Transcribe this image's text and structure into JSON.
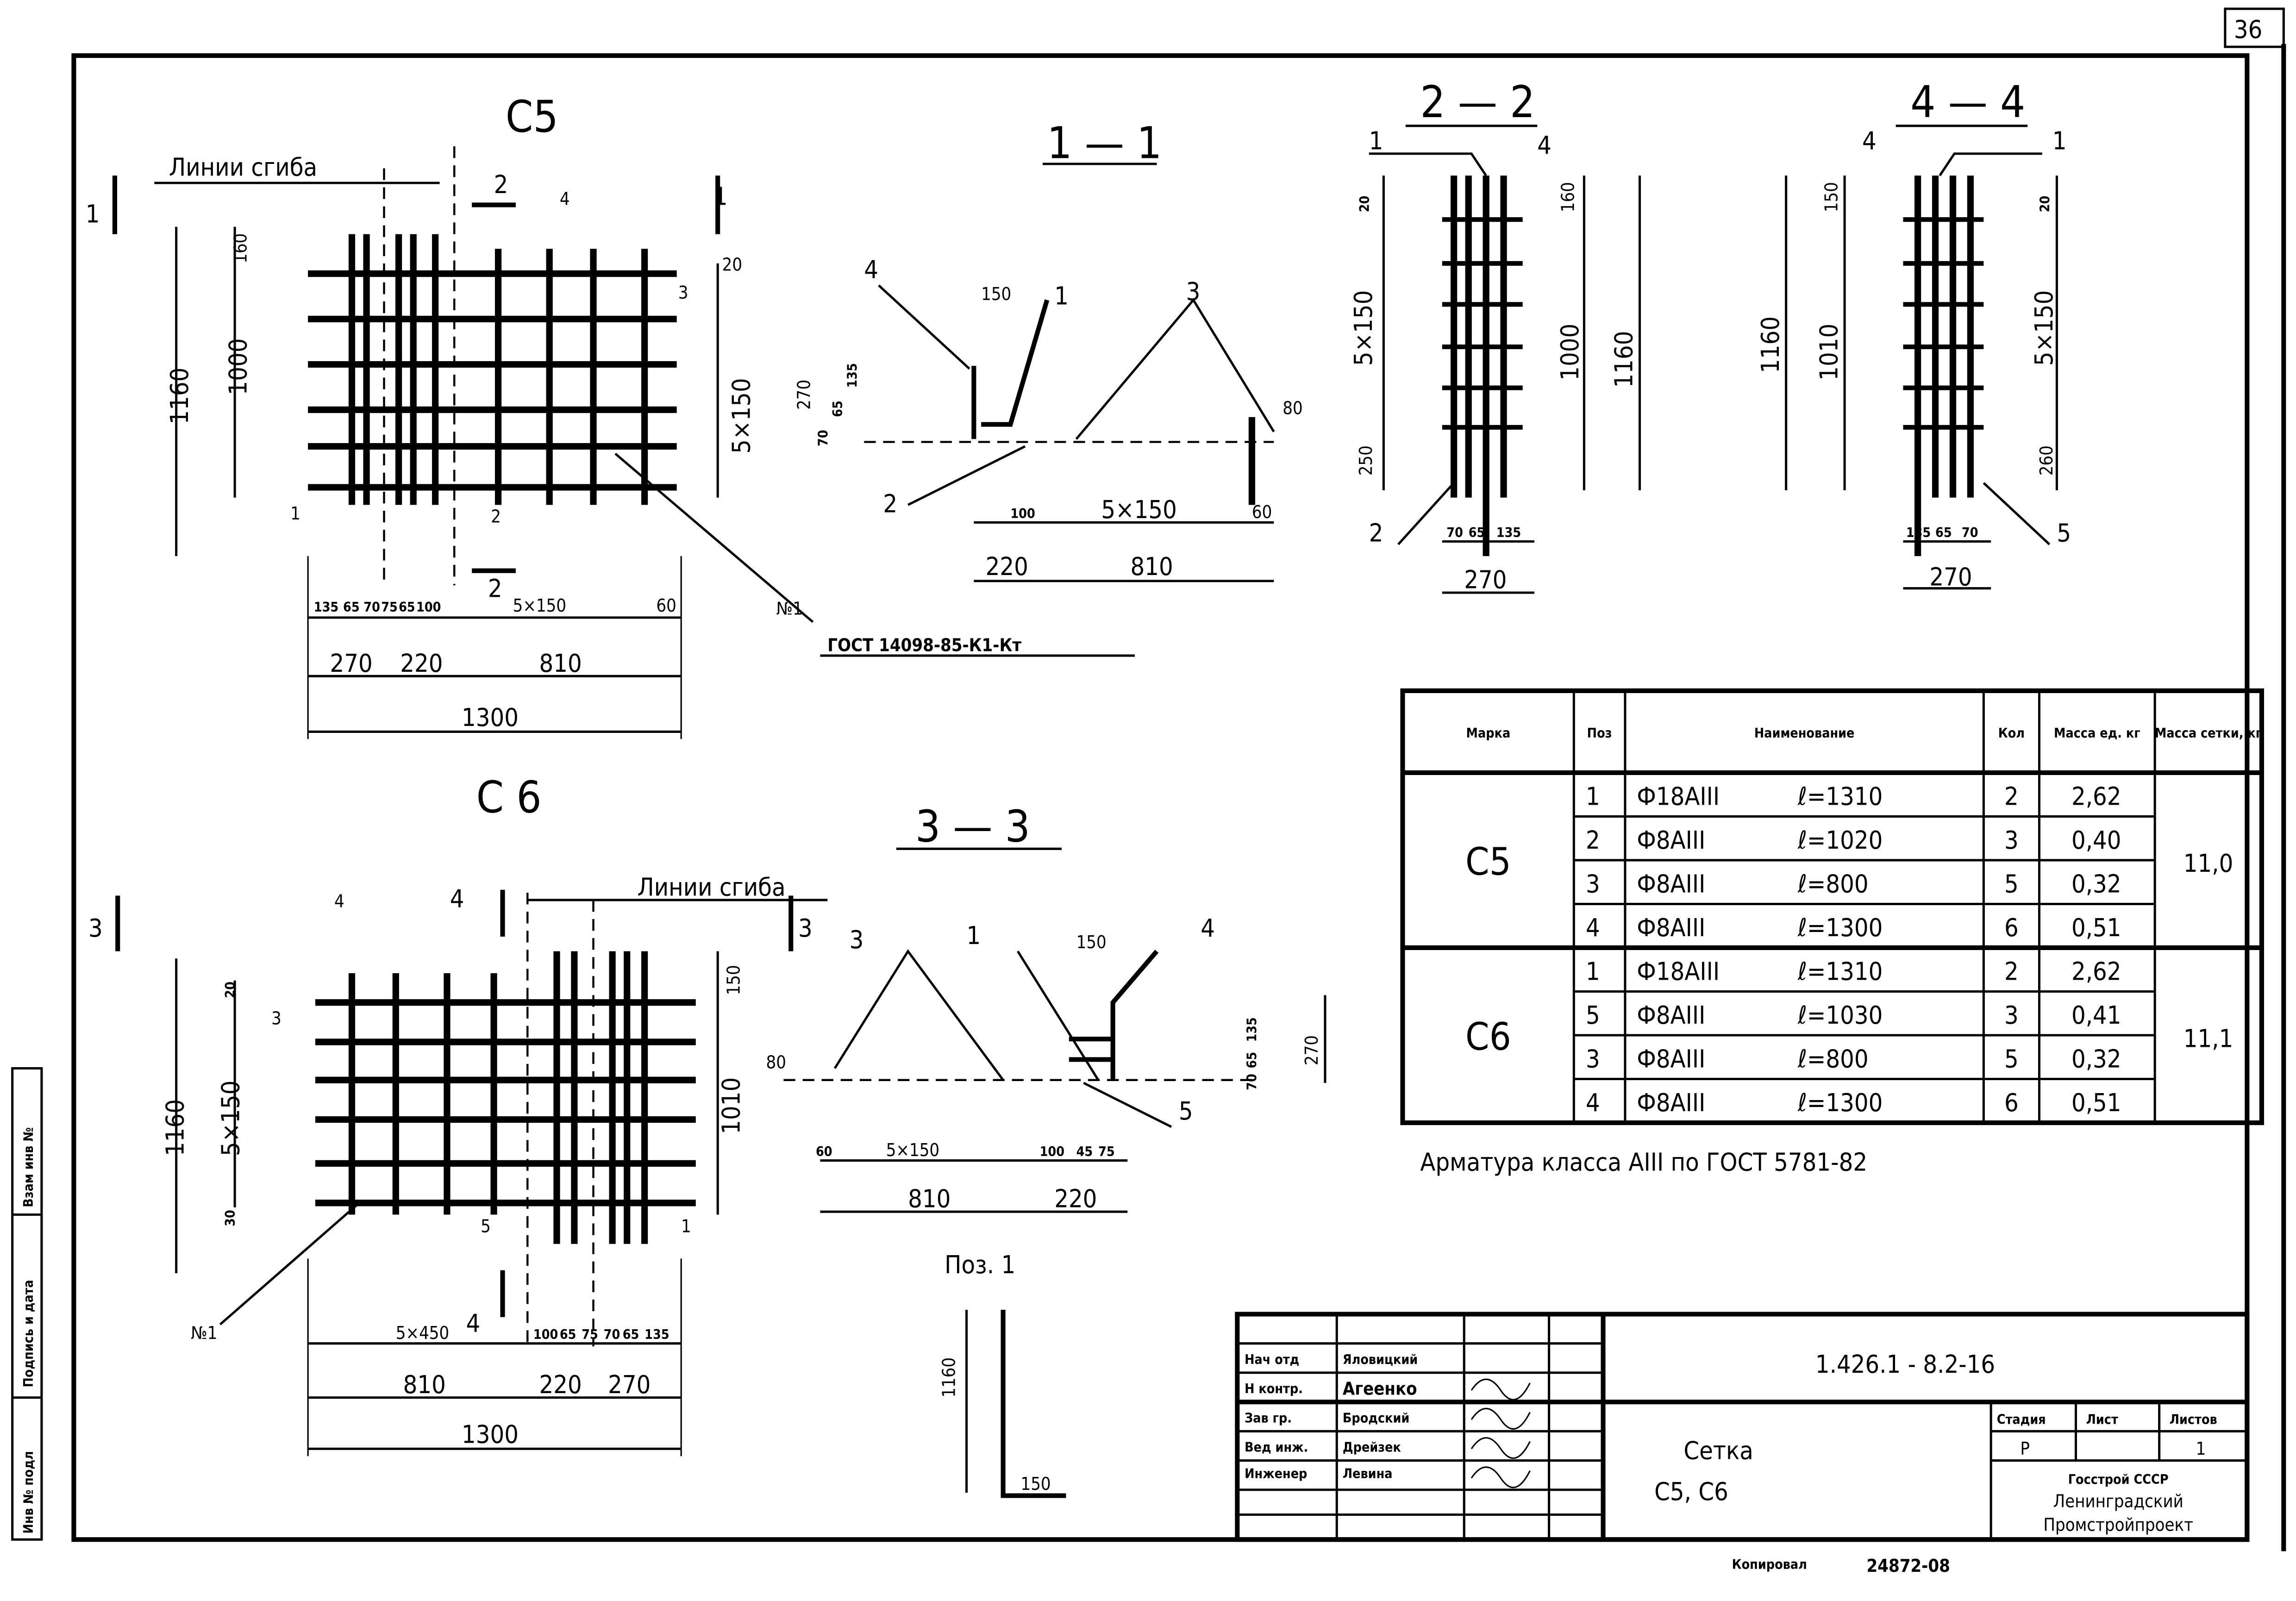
{
  "sheet_number": "36",
  "c5": {
    "title": "С5",
    "bend_lines": "Линии сгиба",
    "section_marks": [
      "1",
      "2",
      "1",
      "2"
    ],
    "positions": [
      "4",
      "3",
      "1",
      "2",
      "№1"
    ],
    "vertical_dims": [
      "160",
      "1000",
      "1160",
      "20",
      "5×150"
    ],
    "bottom_small_dims": [
      "135",
      "65",
      "70",
      "75",
      "65",
      "100",
      "5×150",
      "60"
    ],
    "bottom_dims": [
      "270",
      "220",
      "810"
    ],
    "overall": "1300",
    "weld_note": "ГОСТ 14098-85-К1-Кт"
  },
  "sec_1_1": {
    "title": "1 — 1",
    "positions": [
      "4",
      "1",
      "3",
      "2"
    ],
    "dims": [
      "150",
      "270",
      "70",
      "65",
      "135",
      "80",
      "100",
      "5×150",
      "60",
      "220",
      "810"
    ]
  },
  "sec_2_2": {
    "title": "2 — 2",
    "positions": [
      "1",
      "4",
      "2"
    ],
    "dims": [
      "20",
      "5×150",
      "250",
      "160",
      "1000",
      "1160",
      "70",
      "65",
      "135",
      "270"
    ]
  },
  "sec_4_4": {
    "title": "4 — 4",
    "positions": [
      "4",
      "1",
      "5"
    ],
    "dims": [
      "150",
      "1160",
      "1010",
      "20",
      "5×150",
      "260",
      "135",
      "65",
      "70",
      "270"
    ]
  },
  "c6": {
    "title": "С 6",
    "bend_lines": "Линии сгиба",
    "section_marks": [
      "3",
      "4",
      "3",
      "4"
    ],
    "positions": [
      "4",
      "3",
      "5",
      "1",
      "№1"
    ],
    "vertical_dims": [
      "1160",
      "20",
      "5×150",
      "30",
      "150",
      "1010"
    ],
    "bottom_small_dims": [
      "5×450",
      "100",
      "65",
      "75",
      "70",
      "65",
      "135"
    ],
    "bottom_dims": [
      "810",
      "220",
      "270"
    ],
    "overall": "1300"
  },
  "sec_3_3": {
    "title": "3 — 3",
    "positions": [
      "3",
      "1",
      "4",
      "5"
    ],
    "dims": [
      "150",
      "80",
      "270",
      "135",
      "65",
      "70",
      "60",
      "5×150",
      "100",
      "45",
      "75",
      "810",
      "220"
    ]
  },
  "pos1": {
    "title": "Поз. 1",
    "dims": [
      "1160",
      "150"
    ]
  },
  "spec_table": {
    "headers": [
      "Марка",
      "Поз",
      "Наименование",
      "Кол",
      "Масса ед. кг",
      "Масса сетки, кг"
    ],
    "groups": [
      {
        "mark": "С5",
        "total": "11,0",
        "rows": [
          {
            "pos": "1",
            "bar": "Ф18АIII",
            "length": "ℓ=1310",
            "qty": "2",
            "mass": "2,62"
          },
          {
            "pos": "2",
            "bar": "Ф8АIII",
            "length": "ℓ=1020",
            "qty": "3",
            "mass": "0,40"
          },
          {
            "pos": "3",
            "bar": "Ф8АIII",
            "length": "ℓ=800",
            "qty": "5",
            "mass": "0,32"
          },
          {
            "pos": "4",
            "bar": "Ф8АIII",
            "length": "ℓ=1300",
            "qty": "6",
            "mass": "0,51"
          }
        ]
      },
      {
        "mark": "С6",
        "total": "11,1",
        "rows": [
          {
            "pos": "1",
            "bar": "Ф18АIII",
            "length": "ℓ=1310",
            "qty": "2",
            "mass": "2,62"
          },
          {
            "pos": "5",
            "bar": "Ф8АIII",
            "length": "ℓ=1030",
            "qty": "3",
            "mass": "0,41"
          },
          {
            "pos": "3",
            "bar": "Ф8АIII",
            "length": "ℓ=800",
            "qty": "5",
            "mass": "0,32"
          },
          {
            "pos": "4",
            "bar": "Ф8АIII",
            "length": "ℓ=1300",
            "qty": "6",
            "mass": "0,51"
          }
        ]
      }
    ],
    "note": "Арматура класса АIII по ГОСТ 5781-82"
  },
  "title_block": {
    "doc_number": "1.426.1 - 8.2-16",
    "roles": [
      {
        "role": "Нач отд",
        "name": "Яловицкий"
      },
      {
        "role": "Н контр.",
        "name": "Агеенко"
      },
      {
        "role": "Зав гр.",
        "name": "Бродский"
      },
      {
        "role": "Вед инж.",
        "name": "Дрейзек"
      },
      {
        "role": "Инженер",
        "name": "Левина"
      }
    ],
    "sheet_title_line1": "Сетка",
    "sheet_title_line2": "С5, С6",
    "stage_label": "Стадия",
    "sheet_label": "Лист",
    "sheets_label": "Листов",
    "stage": "Р",
    "sheet": "",
    "sheets": "1",
    "org_line1": "Госстрой СССР",
    "org_line2": "Ленинградский",
    "org_line3": "Промстройпроект",
    "copied_label": "Копировал",
    "copy_number": "24872-08"
  },
  "margin_stamp": [
    "Инв № подл",
    "Подпись и дата",
    "Взам инв №"
  ]
}
